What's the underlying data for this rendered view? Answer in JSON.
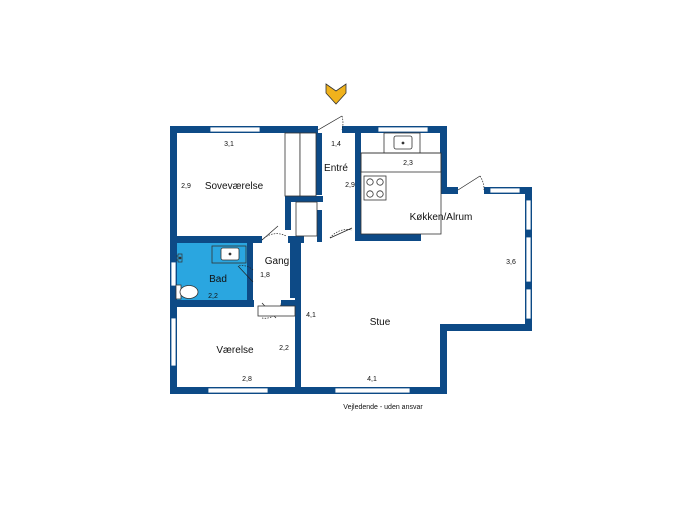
{
  "colors": {
    "wall": "#0d4a86",
    "bathroom_fill": "#2aa6e0",
    "entrance_marker": "#f0b21c",
    "fixture_stroke": "#333333",
    "background": "#ffffff"
  },
  "rooms": {
    "sovevaerelse": "Soveværelse",
    "entre": "Entré",
    "kokken": "Køkken/Alrum",
    "gang": "Gang",
    "bad": "Bad",
    "stue": "Stue",
    "vaerelse": "Værelse"
  },
  "dimensions": {
    "sove_width": "3,1",
    "sove_depth": "2,9",
    "entre_width": "1,4",
    "entre_depth": "2,9",
    "kokken_width": "2,3",
    "stue_depth_right": "3,6",
    "gang_length": "1,8",
    "bad_width": "2,2",
    "stue_depth_left": "4,1",
    "vaerelse_depth": "2,2",
    "vaerelse_width": "2,8",
    "stue_width": "4,1"
  },
  "footer": {
    "disclaimer": "Vejledende - uden ansvar"
  },
  "icons": {
    "entrance": "entrance-arrow-icon",
    "sink": "sink-icon",
    "stove": "stove-icon",
    "toilet": "toilet-icon",
    "basin": "basin-icon",
    "radiator": "radiator-icon"
  }
}
